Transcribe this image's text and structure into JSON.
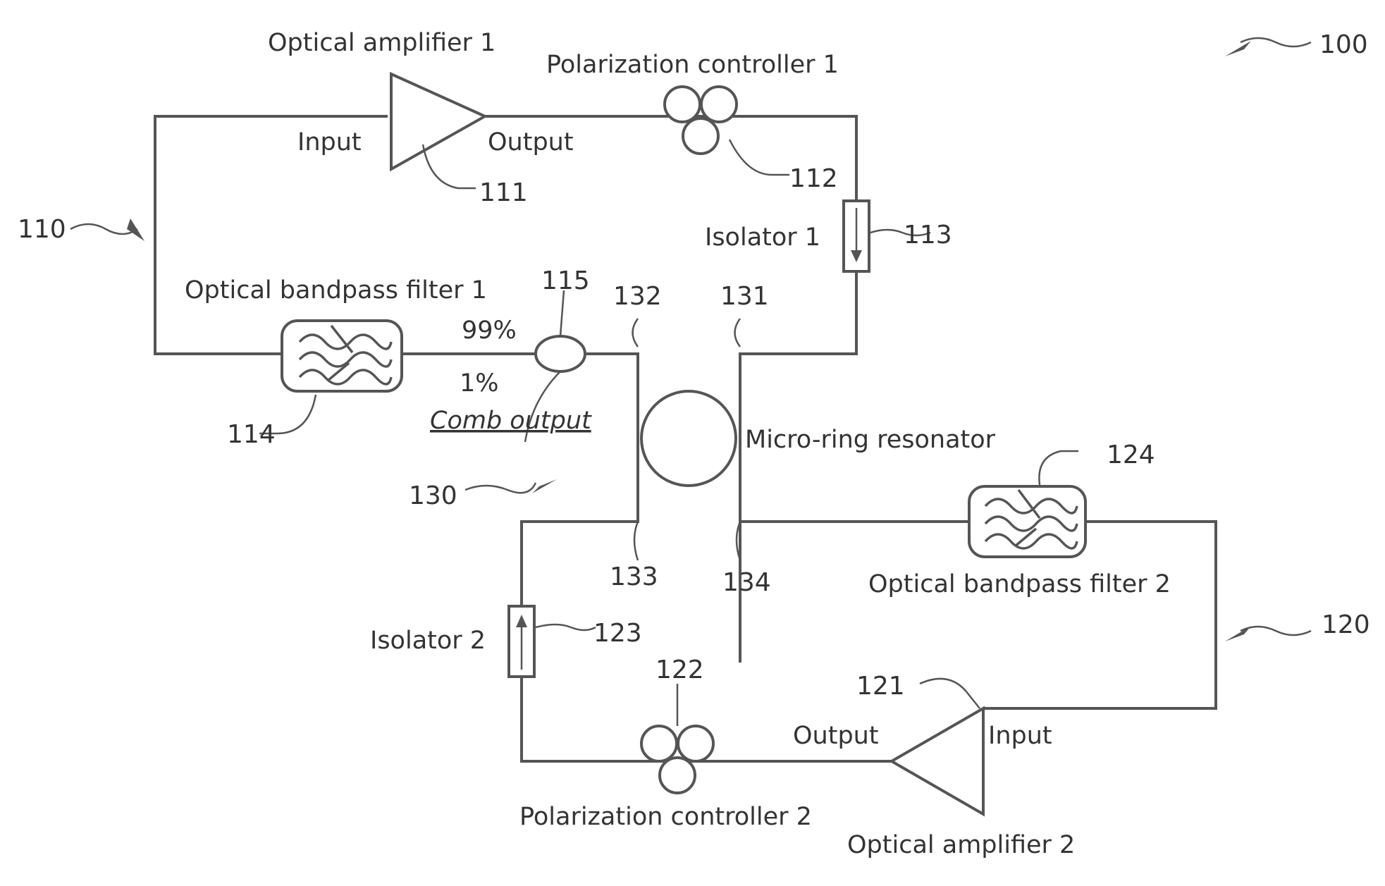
{
  "figure_ref": "100",
  "loops": {
    "first": {
      "ref": "110",
      "amplifier": {
        "name": "Optical amplifier 1",
        "ref": "111",
        "input_label": "Input",
        "output_label": "Output"
      },
      "polarization_controller": {
        "name": "Polarization controller 1",
        "ref": "112"
      },
      "isolator": {
        "name": "Isolator 1",
        "ref": "113"
      },
      "filter": {
        "name": "Optical bandpass filter 1",
        "ref": "114"
      },
      "coupler": {
        "ref": "115",
        "through_ratio": "99%",
        "tap_ratio": "1%",
        "tap_label": "Comb output"
      }
    },
    "second": {
      "ref": "120",
      "amplifier": {
        "name": "Optical amplifier 2",
        "ref": "121",
        "input_label": "Input",
        "output_label": "Output"
      },
      "polarization_controller": {
        "name": "Polarization controller 2",
        "ref": "122"
      },
      "isolator": {
        "name": "Isolator 2",
        "ref": "123"
      },
      "filter": {
        "name": "Optical bandpass filter 2",
        "ref": "124"
      }
    }
  },
  "resonator": {
    "name": "Micro-ring resonator",
    "ref": "130",
    "ports": [
      "131",
      "132",
      "133",
      "134"
    ]
  },
  "colors": {
    "line": "#555555",
    "text": "#333333",
    "background": "#ffffff"
  }
}
